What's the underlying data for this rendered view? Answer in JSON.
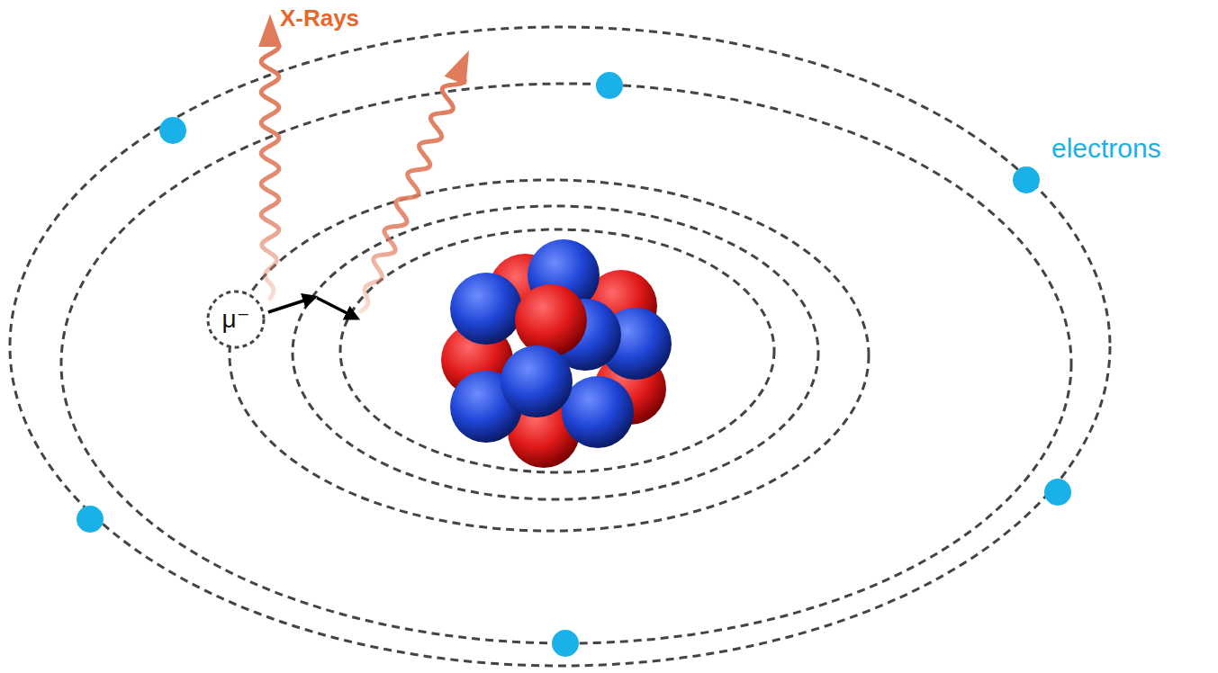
{
  "diagram": {
    "nodes": [
      {
        "text": [
          "μ⁻"
        ]
      }
    ],
    "labels": [
      "X-Rays",
      "electrons"
    ]
  }
}
